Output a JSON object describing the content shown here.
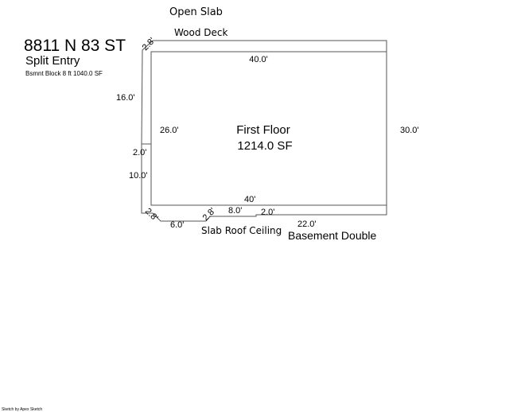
{
  "header": {
    "address": "8811 N 83 ST",
    "style": "Split Entry",
    "basement_note": "Bsmnt Block 8 ft 1040.0 SF"
  },
  "sketch": {
    "top_label": "Open Slab",
    "deck_label": "Wood Deck",
    "area_name": "First Floor",
    "area_value": "1214.0 SF",
    "bottom_left_label": "Slab Roof Ceiling",
    "bottom_right_label": "Basement Double",
    "dimensions": {
      "top_corner_diag": "2.8'",
      "top_outer": "40.0'",
      "left_upper": "16.0'",
      "inner_left": "26.0'",
      "right": "30.0'",
      "left_step": "2.0'",
      "left_lower": "10.0'",
      "inner_bottom": "40'",
      "bottom_left_diag": "2.8'",
      "bottom_left_run": "6.0'",
      "bottom_mid_diag": "2.8'",
      "bottom_mid_run": "8.0'",
      "bottom_notch": "2.0'",
      "bottom_right_run": "22.0'"
    }
  },
  "footer": {
    "credit": "Sketch by Apex Sketch"
  },
  "colors": {
    "line": "#555555",
    "text": "#000000",
    "background": "#ffffff"
  }
}
